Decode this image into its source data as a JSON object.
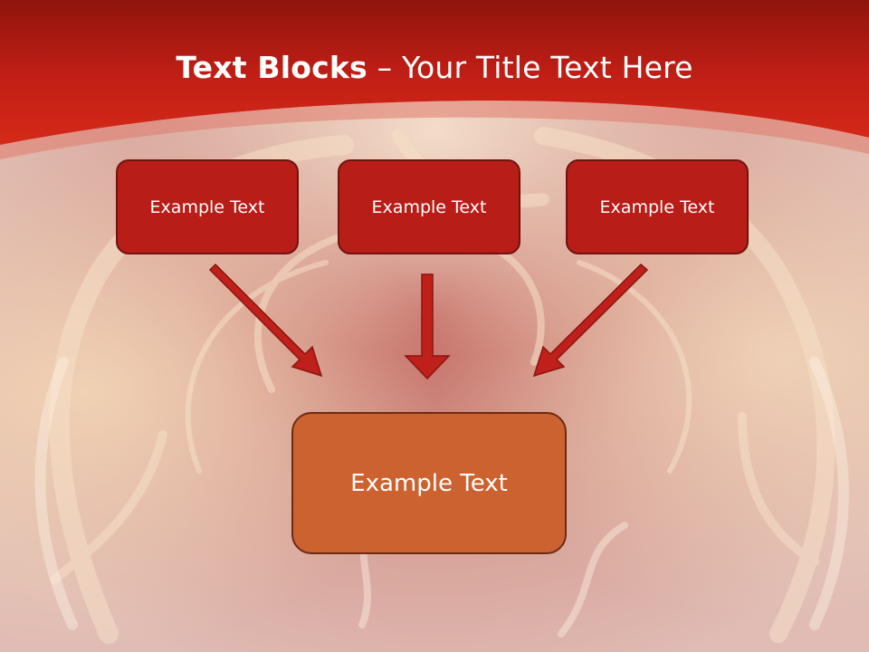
{
  "slide": {
    "title_bold": "Text Blocks",
    "title_dash": " – ",
    "title_rest": "Your Title Text Here"
  },
  "blocks": {
    "top_left": "Example Text",
    "top_center": "Example Text",
    "top_right": "Example Text",
    "bottom": "Example Text"
  },
  "colors": {
    "header_red": "#c51e16",
    "top_block_fill": "#b81d18",
    "bottom_block_fill": "#cc6230",
    "arrow_fill": "#c0201a"
  }
}
